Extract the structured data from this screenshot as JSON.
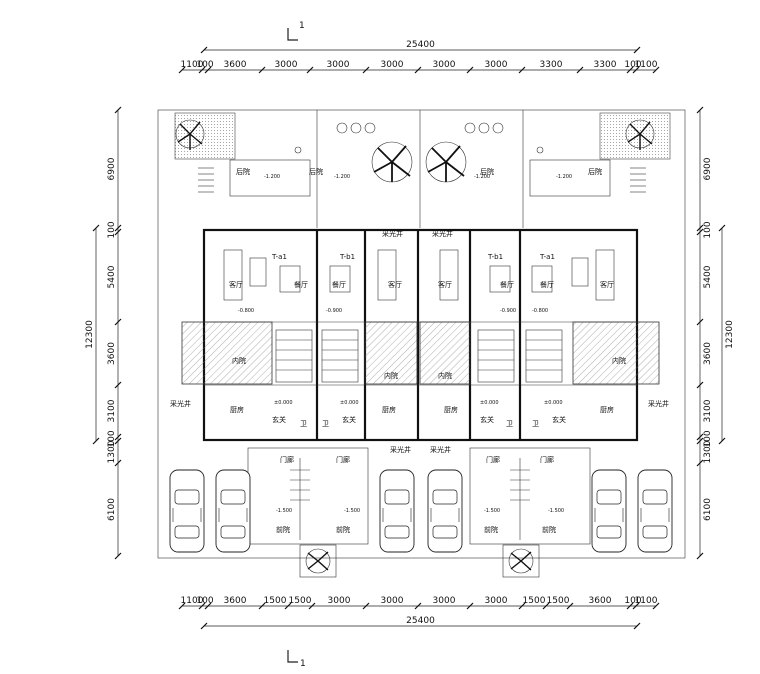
{
  "section_marker": "1",
  "top_dimension": {
    "total": "25400",
    "segments": [
      "1100",
      "100",
      "3600",
      "3000",
      "3000",
      "3000",
      "3000",
      "3000",
      "3300",
      "3300",
      "100",
      "1100"
    ]
  },
  "bottom_dimension": {
    "total": "25400",
    "segments": [
      "1100",
      "100",
      "3600",
      "1500",
      "1500",
      "3000",
      "3000",
      "3000",
      "3000",
      "1500",
      "1500",
      "3600",
      "100",
      "1100"
    ]
  },
  "left_dimension": {
    "total": "12300",
    "segments": [
      "6900",
      "100",
      "5400",
      "3600",
      "3100",
      "100",
      "1300",
      "6100"
    ]
  },
  "right_dimension": {
    "total": "12300",
    "segments": [
      "6900",
      "100",
      "5400",
      "3600",
      "3100",
      "100",
      "1300",
      "6100"
    ]
  },
  "rooms": {
    "back_yard": "后院",
    "front_yard": "前院",
    "living_room": "客厅",
    "dining_room": "餐厅",
    "inner_court": "内院",
    "kitchen": "厨房",
    "entrance": "玄关",
    "porch": "门廊",
    "light_well": "采光井",
    "wc": "卫"
  },
  "unit_types": [
    "T-a1",
    "T-b1",
    "T-b1",
    "T-a1"
  ],
  "levels": [
    "-1.200",
    "-1.200",
    "-1.200",
    "-1.200",
    "-0.800",
    "-0.900",
    "-0.900",
    "-0.800",
    "±0.000",
    "±0.000",
    "±0.000",
    "±0.000",
    "-1.500",
    "-1.500",
    "-1.500",
    "-1.500"
  ]
}
